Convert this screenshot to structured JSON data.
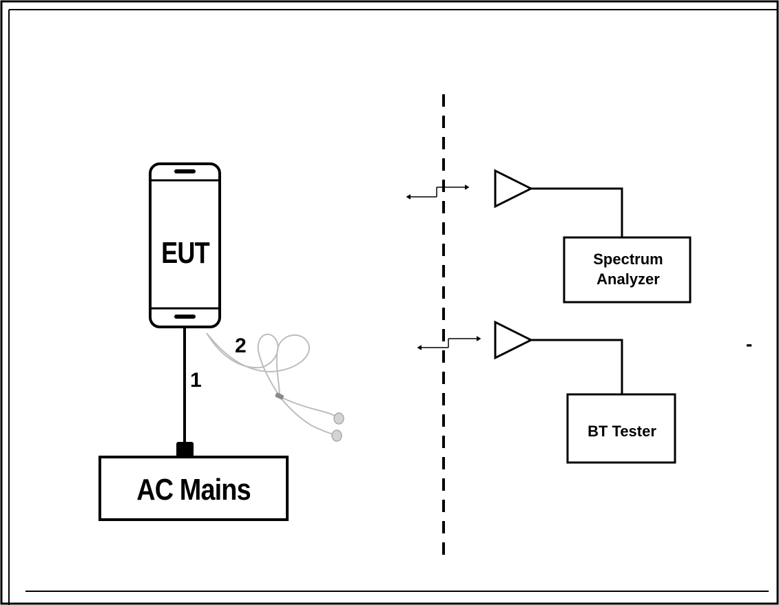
{
  "labels": {
    "eut": "EUT",
    "ac_mains": "AC Mains",
    "cable_1": "1",
    "cable_2": "2",
    "spectrum_analyzer_line1": "Spectrum",
    "spectrum_analyzer_line2": "Analyzer",
    "bt_tester": "BT Tester",
    "stray_mark": "-"
  },
  "colors": {
    "line": "#000000",
    "earphone": "#bdbdbd",
    "background": "#ffffff"
  }
}
